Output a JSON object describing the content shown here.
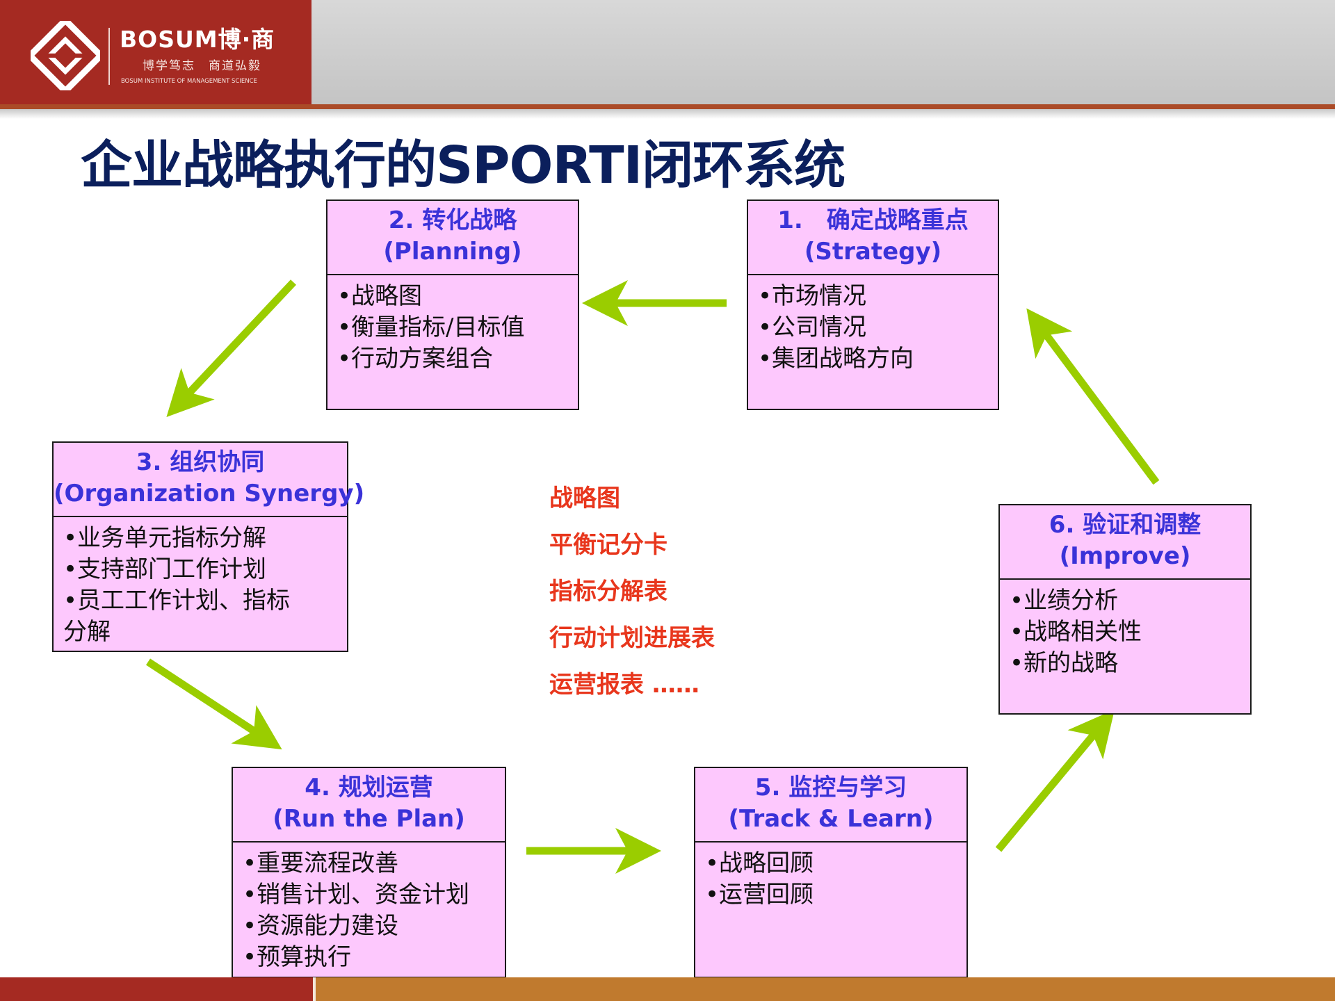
{
  "header": {
    "brand": "BOSUM博·商",
    "motto": "博学笃志　商道弘毅",
    "subtitle": "BOSUM INSTITUTE OF MANAGEMENT SCIENCE"
  },
  "title": "企业战略执行的SPORTI闭环系统",
  "colors": {
    "box_fill": "#fdc8fd",
    "box_heading": "#3a32d8",
    "arrow": "#9acd00",
    "title": "#0b1f5c",
    "tools": "#e8361c"
  },
  "steps": [
    {
      "heading": "1.　确定战略重点",
      "subheading": "(Strategy)",
      "items": [
        "•市场情况",
        "•公司情况",
        "•集团战略方向"
      ]
    },
    {
      "heading": "2. 转化战略",
      "subheading": "(Planning)",
      "items": [
        "•战略图",
        "•衡量指标/目标值",
        "•行动方案组合"
      ]
    },
    {
      "heading": "3. 组织协同",
      "subheading": "(Organization Synergy)",
      "items": [
        "•业务单元指标分解",
        "•支持部门工作计划",
        "•员工工作计划、指标",
        "分解"
      ]
    },
    {
      "heading": "4. 规划运营",
      "subheading": "(Run the Plan)",
      "items": [
        "•重要流程改善",
        "•销售计划、资金计划",
        "•资源能力建设",
        "•预算执行"
      ]
    },
    {
      "heading": "5. 监控与学习",
      "subheading": "(Track & Learn)",
      "items": [
        "•战略回顾",
        "•运营回顾"
      ]
    },
    {
      "heading": "6. 验证和调整",
      "subheading": "(Improve)",
      "items": [
        "•业绩分析",
        "•战略相关性",
        "•新的战略"
      ]
    }
  ],
  "tools": [
    "战略图",
    "平衡记分卡",
    "指标分解表",
    "行动计划进展表",
    "运营报表 ……"
  ]
}
